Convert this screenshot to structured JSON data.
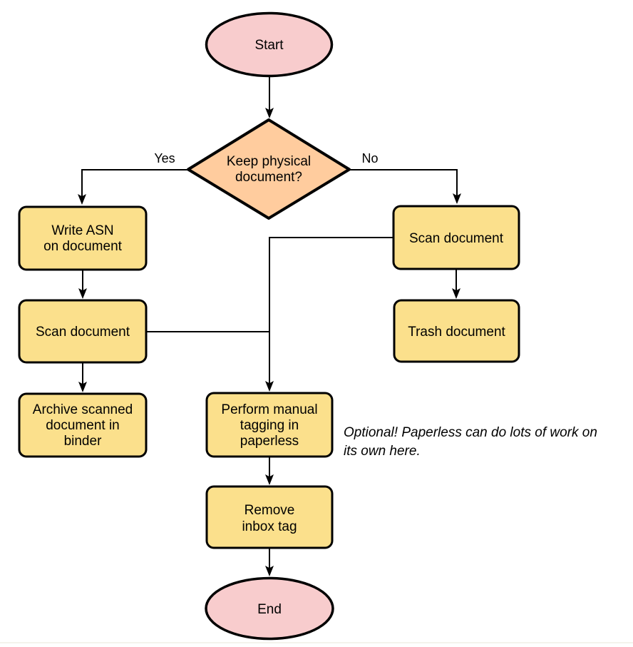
{
  "diagram": {
    "background": "#ffffff",
    "colors": {
      "terminal_fill": "#f8cccd",
      "decision_fill": "#ffcc9e",
      "process_fill": "#fbe08c",
      "line": "#000000"
    },
    "nodes": {
      "start": {
        "label": "Start"
      },
      "decision": {
        "line1": "Keep physical",
        "line2": "document?"
      },
      "write_asn": {
        "line1": "Write ASN",
        "line2": "on document"
      },
      "scan_left": {
        "label": "Scan document"
      },
      "archive": {
        "line1": "Archive scanned",
        "line2": "document in",
        "line3": "binder"
      },
      "scan_right": {
        "label": "Scan document"
      },
      "trash": {
        "label": "Trash document"
      },
      "tagging": {
        "line1": "Perform manual",
        "line2": "tagging in",
        "line3": "paperless"
      },
      "remove_inbox": {
        "line1": "Remove",
        "line2": "inbox tag"
      },
      "end": {
        "label": "End"
      }
    },
    "edge_labels": {
      "yes": "Yes",
      "no": "No"
    },
    "note": {
      "line1": "Optional! Paperless can do lots of work on",
      "line2": "its own here."
    }
  }
}
